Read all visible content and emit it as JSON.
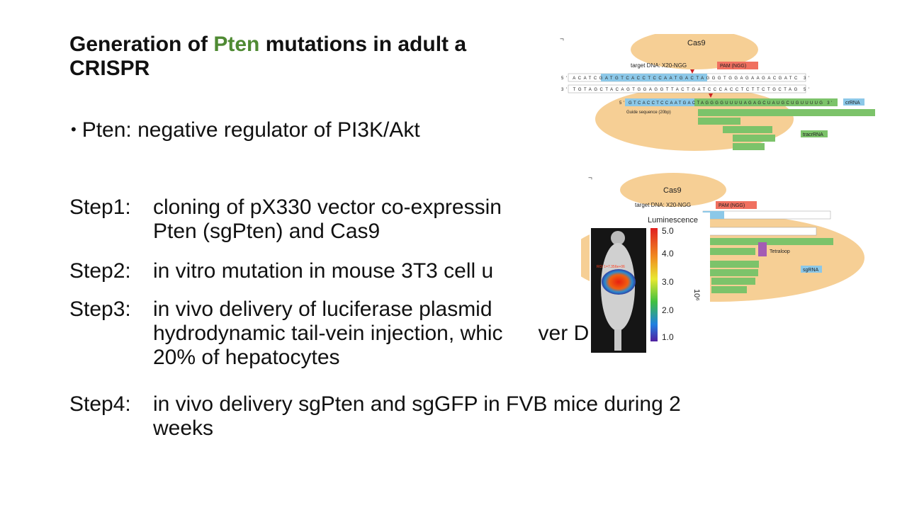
{
  "title": {
    "part1": "Generation of ",
    "highlight": "Pten",
    "part2": " mutations in adult a",
    "line2": "CRISPR",
    "highlight_color": "#4f8a33"
  },
  "bullet": {
    "text": "Pten: negative regulator of PI3K/Akt"
  },
  "steps": [
    {
      "label": "Step1:",
      "lines": [
        "cloning of pX330 vector co-expressin",
        "Pten (sgPten) and Cas9"
      ]
    },
    {
      "label": "Step2:",
      "lines": [
        "in vitro mutation in mouse 3T3 cell u"
      ]
    },
    {
      "label": "Step3:",
      "lines": [
        "in vivo delivery of luciferase plasmid",
        "hydrodynamic tail-vein injection, whic      ver DNA to",
        "20% of hepatocytes"
      ]
    },
    {
      "label": "Step4:",
      "lines": [
        "in vivo delivery sgPten and sgGFP in FVB mice during 2",
        "weeks"
      ]
    }
  ],
  "figure_top": {
    "cas9": "Cas9",
    "target": "target DNA: X20-NGG",
    "pam": "PAM (NGG)",
    "seq1": "5' ACATCGATGTCACCTCCAATGACTAGGGTGGAGAAGACGATC 3'",
    "seq2": "3' TGTAGCTACAGTGGAGGTTACTGATCCCACCTCTTCTGCTAG 5'",
    "seq3": "5' GTCACCTCCAATGACTAGGGGUUUUAGAGCUAUGCUGUUUUG 3'",
    "crrna": "crRNA",
    "guide": "Guide sequence (20bp)",
    "tracr": "tracrRNA"
  },
  "figure_mid": {
    "cas9": "Cas9",
    "target": "target DNA: X20-NGG",
    "pam": "PAM (NGG)",
    "tetraloop": "Tetraloop",
    "sgrna": "sgRNA"
  },
  "figure_mouse": {
    "title": "Luminescence",
    "ticks": [
      "5.0",
      "4.0",
      "3.0",
      "2.0",
      "1.0"
    ],
    "unit": "10⁶",
    "roi": "ROI 1=7.356e+06"
  }
}
